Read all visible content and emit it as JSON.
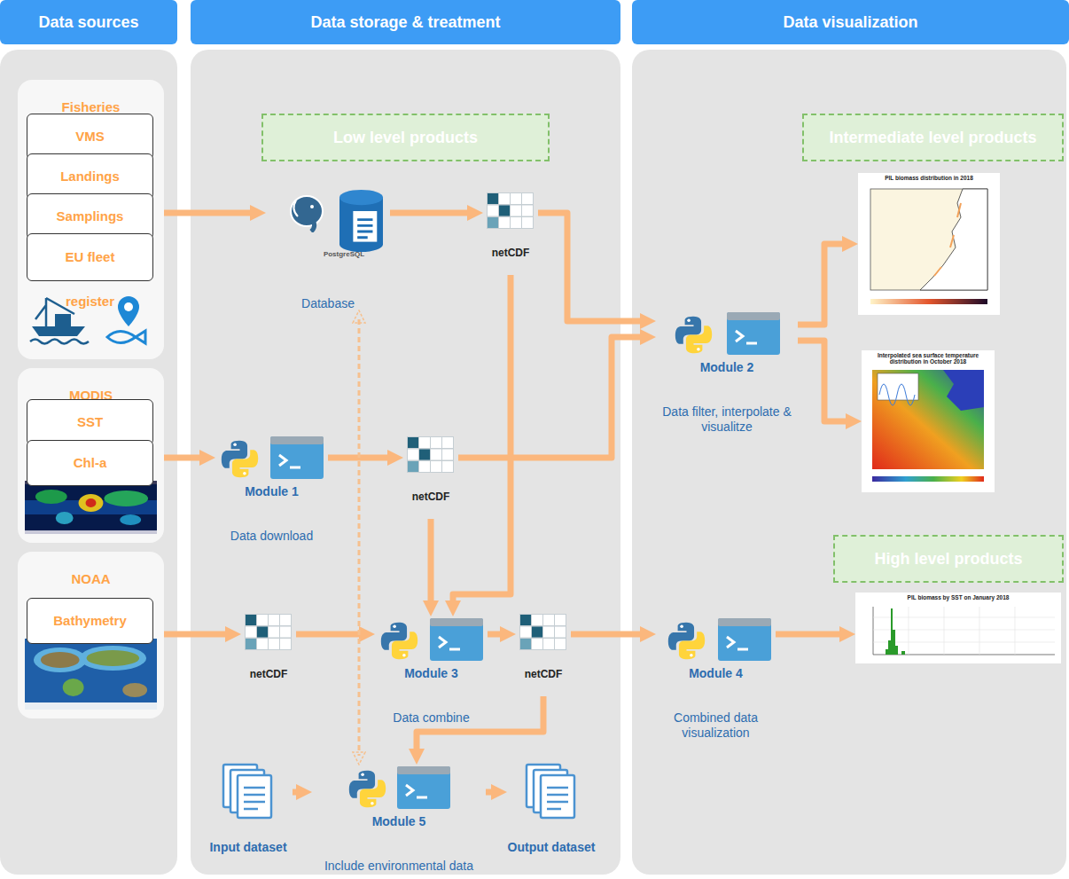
{
  "diagram": {
    "nodes": [
      {
        "text": [
          "Data sources"
        ]
      },
      {
        "text": [
          "Fisheries"
        ],
        "in": 0
      },
      {
        "text": [
          "VMS"
        ],
        "in": 1
      },
      {
        "text": [
          "Landings"
        ],
        "in": 1
      },
      {
        "text": [
          "Samplings"
        ],
        "in": 1
      },
      {
        "text": [
          "EU fleet register"
        ],
        "in": 1
      },
      {
        "text": [
          "MODIS"
        ],
        "in": 0
      },
      {
        "text": [
          "SST"
        ],
        "in": 6
      },
      {
        "text": [
          "Chl-a"
        ],
        "in": 6
      },
      {
        "text": [
          "NOAA"
        ],
        "in": 0
      },
      {
        "text": [
          "Bathymetry"
        ],
        "in": 9
      },
      {
        "text": [
          "Data storage & treatment"
        ]
      },
      {
        "text": [
          "Low level products"
        ],
        "in": 11
      },
      {
        "text": [
          "PostgreSQL",
          "Database"
        ],
        "in": 11
      },
      {
        "text": [
          "netCDF"
        ],
        "in": 11
      },
      {
        "text": [
          "Module 1",
          "Data download"
        ],
        "in": 11
      },
      {
        "text": [
          "netCDF"
        ],
        "in": 11
      },
      {
        "text": [
          "netCDF"
        ],
        "in": 11
      },
      {
        "text": [
          "Module 3",
          "Data combine"
        ],
        "in": 11
      },
      {
        "text": [
          "netCDF"
        ],
        "in": 11
      },
      {
        "text": [
          "Input dataset"
        ],
        "in": 11
      },
      {
        "text": [
          "Module 5",
          "Include environmental data"
        ],
        "in": 11
      },
      {
        "text": [
          "Output dataset"
        ],
        "in": 11
      },
      {
        "text": [
          "Data visualization"
        ]
      },
      {
        "text": [
          "Intermediate level products"
        ],
        "in": 23
      },
      {
        "text": [
          "Module 2",
          "Data filter, interpolate & visualitze"
        ],
        "in": 23
      },
      {
        "text": [
          "PIL biomass distribution in 2018"
        ],
        "in": 23
      },
      {
        "text": [
          "Interpolated sea surface temperature distribution in October 2018"
        ],
        "in": 23
      },
      {
        "text": [
          "High level products"
        ],
        "in": 23
      },
      {
        "text": [
          "Module 4",
          "Combined data visualization"
        ],
        "in": 23
      },
      {
        "text": [
          "PIL biomass by SST on January 2018"
        ],
        "in": 23
      }
    ],
    "edges": [
      {
        "from": 1,
        "to": 13,
        "arrow": "to"
      },
      {
        "from": 13,
        "to": 14,
        "arrow": "to"
      },
      {
        "from": 14,
        "to": 25,
        "arrow": "to"
      },
      {
        "from": 14,
        "to": 18,
        "arrow": "to"
      },
      {
        "from": 6,
        "to": 15,
        "arrow": "to"
      },
      {
        "from": 15,
        "to": 16,
        "arrow": "to"
      },
      {
        "from": 16,
        "to": 25,
        "arrow": "to"
      },
      {
        "from": 16,
        "to": 18,
        "arrow": "to"
      },
      {
        "from": 9,
        "to": 17,
        "arrow": "to"
      },
      {
        "from": 17,
        "to": 18,
        "arrow": "to"
      },
      {
        "from": 18,
        "to": 19,
        "arrow": "to"
      },
      {
        "from": 19,
        "to": 29,
        "arrow": "to"
      },
      {
        "from": 19,
        "to": 21,
        "arrow": "to"
      },
      {
        "from": 29,
        "to": 30,
        "arrow": "to"
      },
      {
        "from": 25,
        "to": 26,
        "arrow": "to"
      },
      {
        "from": 25,
        "to": 27,
        "arrow": "to"
      },
      {
        "from": 20,
        "to": 21,
        "arrow": "to"
      },
      {
        "from": 21,
        "to": 22,
        "arrow": "to"
      },
      {
        "from": 13,
        "to": 21,
        "arrow": "both"
      }
    ]
  }
}
